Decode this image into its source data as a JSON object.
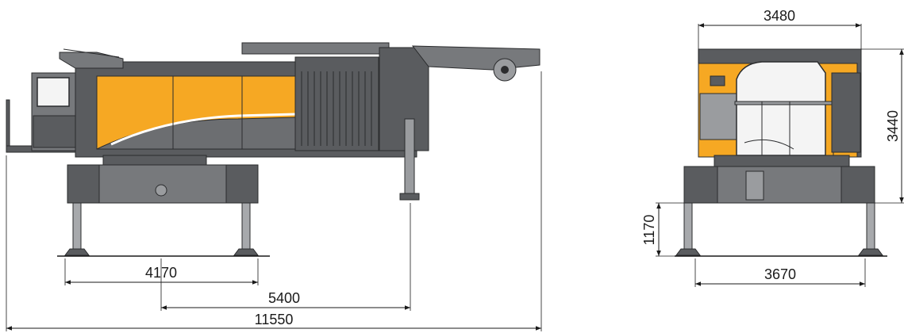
{
  "colors": {
    "accent_yellow": "#f6a823",
    "machine_grey": "#5a5c5f",
    "line": "#1a1a1a"
  },
  "side_view": {
    "track_spacing": "4170",
    "support_distance": "5400",
    "overall_length": "11550"
  },
  "front_view": {
    "width_top": "3480",
    "height": "3440",
    "ground_clearance": "1170",
    "width_bottom": "3670"
  }
}
